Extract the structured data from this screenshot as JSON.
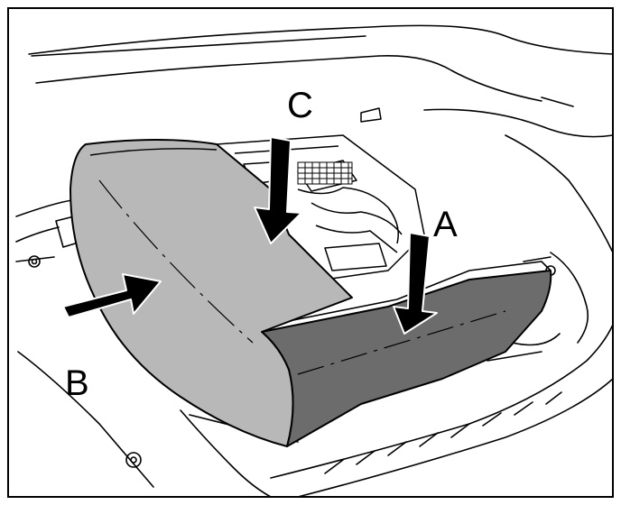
{
  "diagram": {
    "callouts": {
      "a": "A",
      "b": "B",
      "c": "C"
    },
    "colors": {
      "outline": "#000000",
      "background": "#ffffff",
      "cover_light": "#b8b8b8",
      "cover_dark": "#6c6c6c",
      "arrow": "#000000"
    }
  }
}
